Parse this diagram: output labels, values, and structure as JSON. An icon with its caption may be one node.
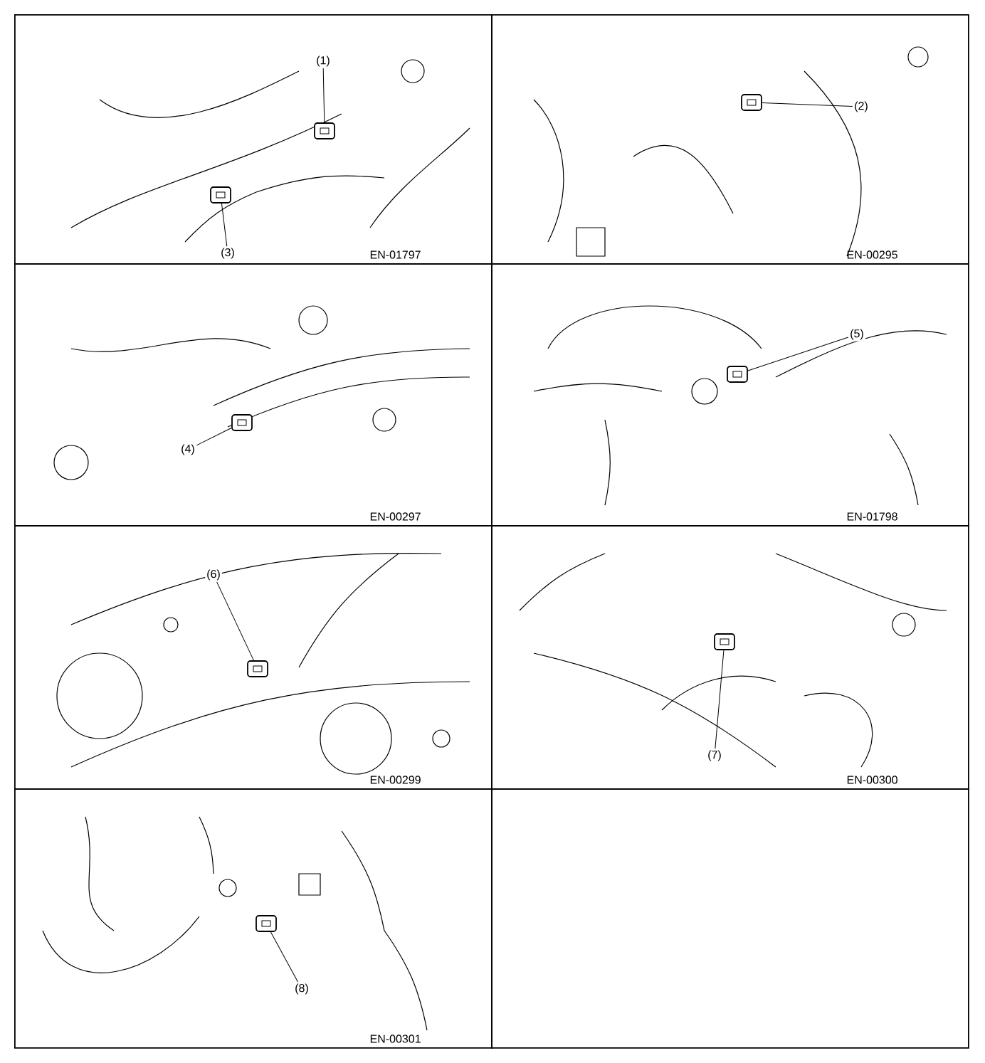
{
  "diagram": {
    "nodes": [
      {
        "text": [
          "EN-01797"
        ]
      },
      {
        "text": [
          "(1)"
        ],
        "in": 0
      },
      {
        "text": [],
        "shape": "picture",
        "in": 0
      },
      {
        "text": [
          "(3)"
        ],
        "in": 0
      },
      {
        "text": [],
        "shape": "picture",
        "in": 0
      },
      {
        "text": [
          "EN-00295"
        ]
      },
      {
        "text": [
          "(2)"
        ],
        "in": 5
      },
      {
        "text": [],
        "shape": "picture",
        "in": 5
      },
      {
        "text": [
          "EN-00297"
        ]
      },
      {
        "text": [
          "(4)"
        ],
        "in": 8
      },
      {
        "text": [],
        "shape": "picture",
        "in": 8
      },
      {
        "text": [
          "EN-01798"
        ]
      },
      {
        "text": [
          "(5)"
        ],
        "in": 11
      },
      {
        "text": [],
        "shape": "picture",
        "in": 11
      },
      {
        "text": [
          "EN-00299"
        ]
      },
      {
        "text": [
          "(6)"
        ],
        "in": 14
      },
      {
        "text": [],
        "shape": "picture",
        "in": 14
      },
      {
        "text": [
          "EN-00300"
        ]
      },
      {
        "text": [
          "(7)"
        ],
        "in": 17
      },
      {
        "text": [],
        "shape": "picture",
        "in": 17
      },
      {
        "text": [
          "EN-00301"
        ]
      },
      {
        "text": [
          "(8)"
        ],
        "in": 20
      },
      {
        "text": [],
        "shape": "picture",
        "in": 20
      },
      {
        "text": [],
        "shape": "box"
      }
    ],
    "edges": [
      {
        "from": 1,
        "to": 2,
        "arrow": "none"
      },
      {
        "from": 3,
        "to": 4,
        "arrow": "none"
      },
      {
        "from": 6,
        "to": 7,
        "arrow": "none"
      },
      {
        "from": 9,
        "to": 10,
        "arrow": "none"
      },
      {
        "from": 12,
        "to": 13,
        "arrow": "none"
      },
      {
        "from": 15,
        "to": 16,
        "arrow": "none"
      },
      {
        "from": 18,
        "to": 19,
        "arrow": "none"
      },
      {
        "from": 21,
        "to": 22,
        "arrow": "none"
      }
    ]
  }
}
